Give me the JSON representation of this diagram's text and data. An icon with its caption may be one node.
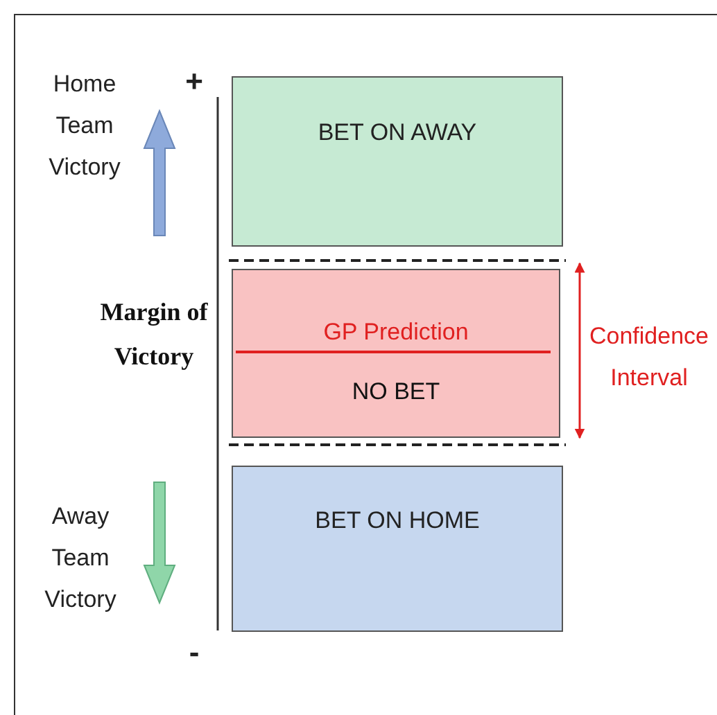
{
  "diagram": {
    "nodes": [
      {
        "text": [
          "BET ON AWAY"
        ]
      },
      {
        "text": [
          "GP Prediction",
          "NO BET"
        ]
      },
      {
        "text": [
          "BET ON HOME"
        ]
      }
    ],
    "labels": [
      "Home Team Victory",
      "+",
      "Margin of Victory",
      "Confidence Interval",
      "Away Team Victory",
      "-"
    ]
  }
}
